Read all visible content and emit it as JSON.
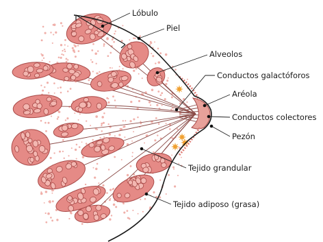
{
  "labels": {
    "lobulo": "Lóbulo",
    "piel": "Piel",
    "alveolos": "Alveolos",
    "conductos_galactoforos": "Conductos galactóforos",
    "areola": "Aréola",
    "conductos_colectores": "Conductos colectores",
    "pezon": "Pezón",
    "tejido_grandular": "Tejido grandular",
    "tejido_adiposo": "Tejido adiposo (grasa)"
  },
  "colors": {
    "lobule_fill": "#e58a86",
    "lobule_stroke": "#a84a48",
    "alveolus_fill": "#f3b7b1",
    "tissue_dots": "#f0b0aa",
    "skin_outline": "#1a1a1a",
    "duct_line": "#8a4a46",
    "nipple_fill": "#e7a19a",
    "gland_star": "#f0a030",
    "leader_line": "#222222"
  }
}
